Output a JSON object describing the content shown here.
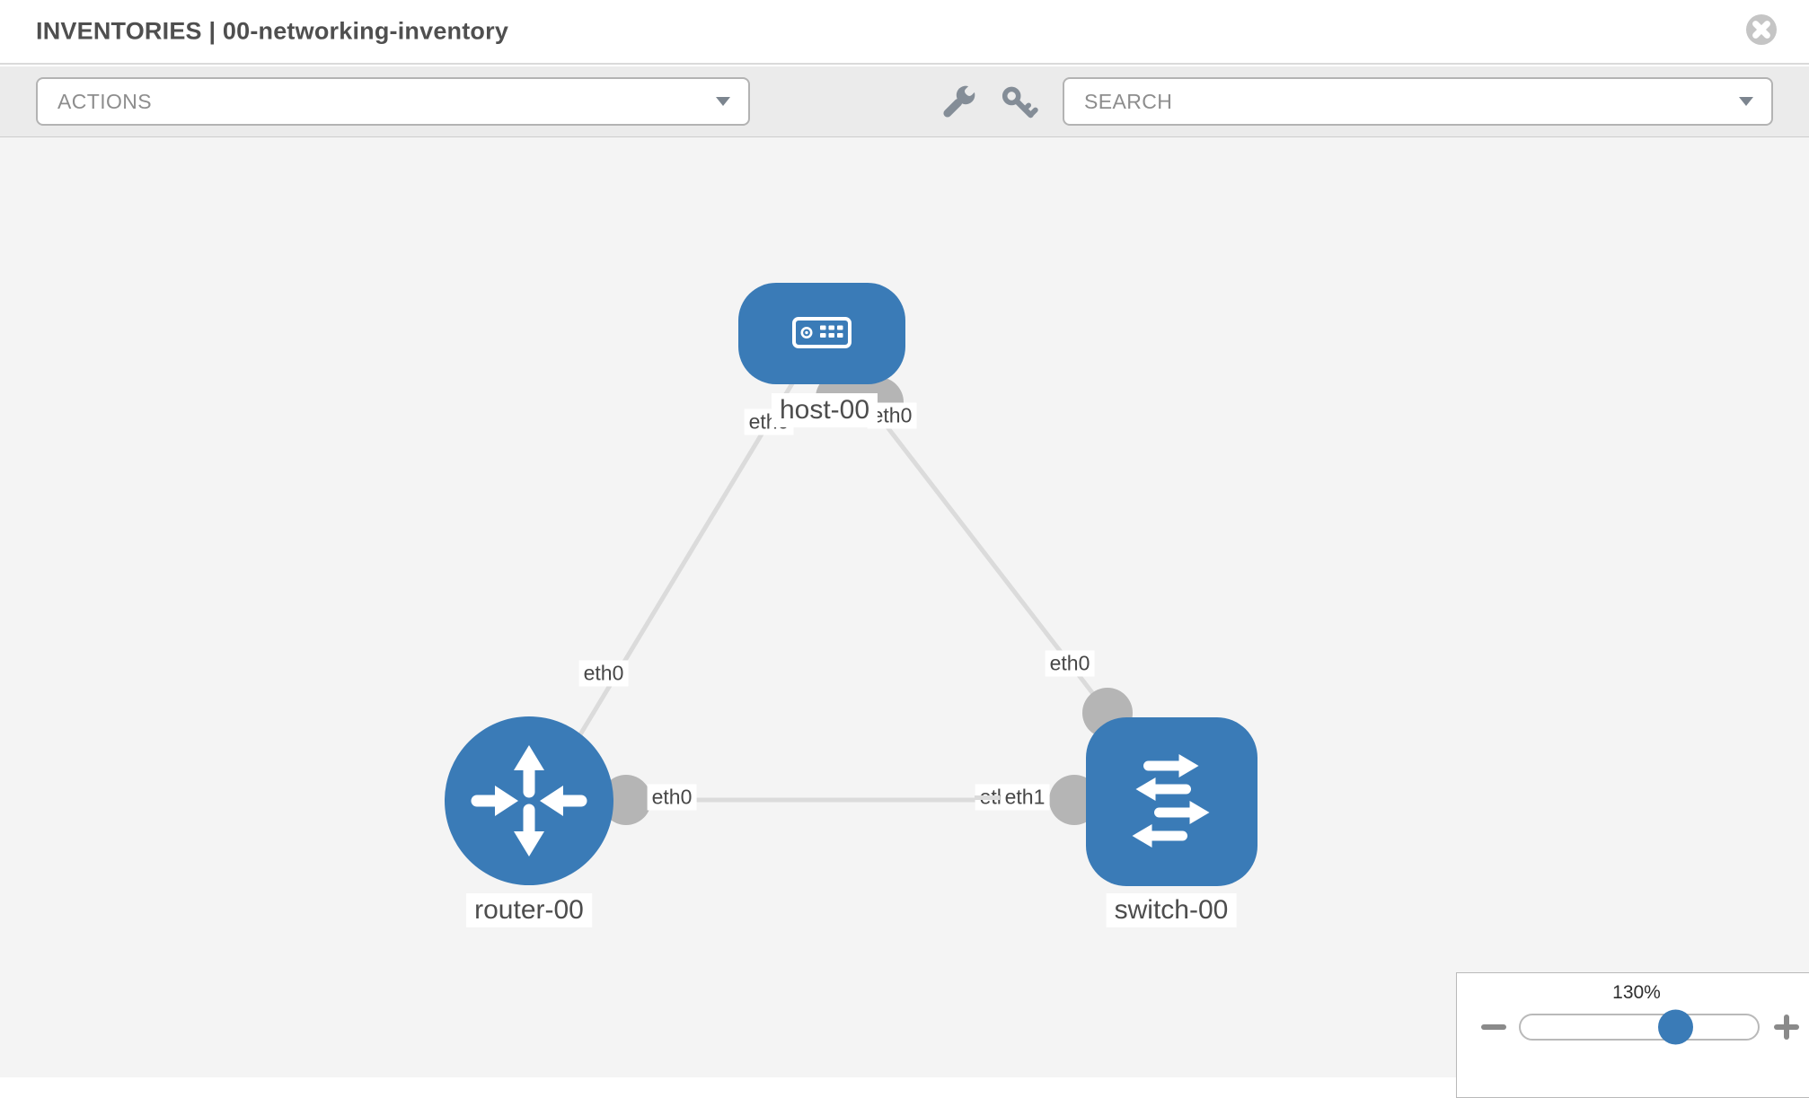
{
  "header": {
    "title": "INVENTORIES | 00-networking-inventory"
  },
  "toolbar": {
    "actions_label": "ACTIONS",
    "search_label": "SEARCH"
  },
  "canvas": {
    "nodes": [
      {
        "id": "host-00",
        "type": "host",
        "label": "host-00"
      },
      {
        "id": "router-00",
        "type": "router",
        "label": "router-00"
      },
      {
        "id": "switch-00",
        "type": "switch",
        "label": "switch-00"
      }
    ],
    "links": [
      {
        "from": "host-00",
        "to": "router-00",
        "from_interface": "eth0",
        "to_interface": "eth0"
      },
      {
        "from": "host-00",
        "to": "switch-00",
        "from_interface": "eth0",
        "to_interface": "eth0"
      },
      {
        "from": "router-00",
        "to": "switch-00",
        "from_interface": "eth0",
        "to_interface": "eth1",
        "to_interface_overlapped": "eth0"
      }
    ]
  },
  "zoom_control": {
    "level": "130%"
  },
  "icons": {
    "close": "circle-x",
    "wrench": "wrench",
    "key": "key",
    "actions_caret": "chevron-down",
    "search_caret": "chevron-down",
    "zoom_out": "minus",
    "zoom_in": "plus"
  },
  "colors": {
    "node_blue": "#3a7bb7",
    "link_gray": "#dbdbdb",
    "endpoint_gray": "#b5b5b5",
    "toolbar_bg": "#ebebeb",
    "canvas_bg": "#f4f4f4"
  }
}
